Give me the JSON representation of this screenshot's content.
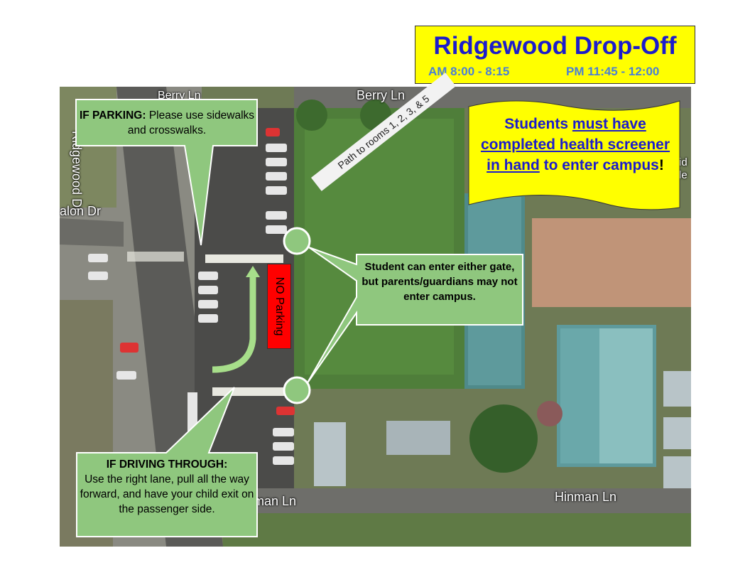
{
  "title": "Ridgewood Drop-Off",
  "times": {
    "am": "AM 8:00 - 8:15",
    "pm": "PM 11:45 - 12:00"
  },
  "streets": {
    "berry_top": "Berry Ln",
    "berry_left": "Berry Ln",
    "ridgewood_dr": "Ridgewood Dr",
    "avalon_dr": "alon Dr",
    "hinman_left": "man Ln",
    "hinman_right": "Hinman Ln",
    "right_edge": "id le"
  },
  "callouts": {
    "parking_heading": "IF PARKING:",
    "parking_body": " Please use sidewalks and crosswalks.",
    "student_gate": "Student can enter either gate, but parents/guardians may not enter campus.",
    "driving_heading": "IF DRIVING THROUGH:",
    "driving_body": "Use the right lane, pull all the way forward, and have your child exit on the passenger side."
  },
  "health": {
    "part1": "Students ",
    "part2": "must have completed health screener in hand",
    "part3": " to enter campus",
    "part4": "!"
  },
  "no_parking": "NO Parking",
  "path_label": "Path to rooms 1, 2, 3, & 5",
  "colors": {
    "title_bg": "#ffff00",
    "title_text": "#1c1ccc",
    "time_text": "#4a7fd6",
    "callout_fill": "#8fc77e",
    "no_parking": "#ff0000",
    "health_bg": "#ffff00"
  }
}
